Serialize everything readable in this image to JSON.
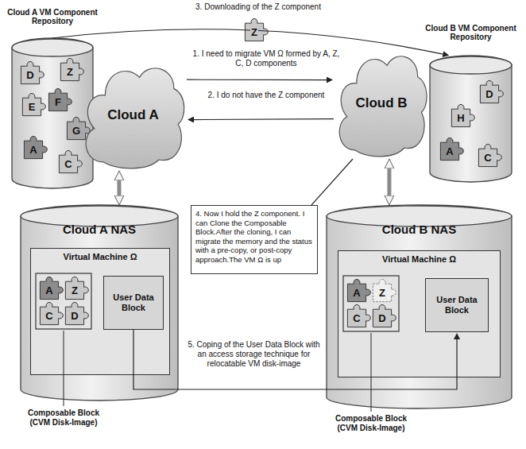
{
  "diagram": {
    "nodes": [
      {
        "text": [
          "Cloud A VM Component Repository"
        ]
      },
      {
        "text": [
          "D"
        ],
        "in": 0
      },
      {
        "text": [
          "Z"
        ],
        "in": 0
      },
      {
        "text": [
          "E"
        ],
        "in": 0
      },
      {
        "text": [
          "F"
        ],
        "in": 0
      },
      {
        "text": [
          "G"
        ],
        "in": 0
      },
      {
        "text": [
          "A"
        ],
        "in": 0
      },
      {
        "text": [
          "C"
        ],
        "in": 0
      },
      {
        "text": [
          "Cloud A"
        ]
      },
      {
        "text": [
          "Z"
        ]
      },
      {
        "text": [
          "Cloud B"
        ]
      },
      {
        "text": [
          "Cloud B VM Component Repository"
        ]
      },
      {
        "text": [
          "D"
        ],
        "in": 11
      },
      {
        "text": [
          "H"
        ],
        "in": 11
      },
      {
        "text": [
          "A"
        ],
        "in": 11
      },
      {
        "text": [
          "C"
        ],
        "in": 11
      },
      {
        "text": [
          "4. Now I hold the Z component. I can Clone the Composable Block.After the cloning, I can migrate the memory and the status with a pre-copy, or post-copy approach.The VM Ω is up"
        ]
      },
      {
        "text": [
          "Cloud A NAS"
        ]
      },
      {
        "text": [
          "Virtual Machine Ω"
        ],
        "in": 17
      },
      {
        "text": [
          "A"
        ],
        "in": 18
      },
      {
        "text": [
          "Z"
        ],
        "in": 18
      },
      {
        "text": [
          "C"
        ],
        "in": 18
      },
      {
        "text": [
          "D"
        ],
        "in": 18
      },
      {
        "text": [
          "User Data Block"
        ],
        "in": 18
      },
      {
        "text": [
          "Cloud B NAS"
        ]
      },
      {
        "text": [
          "Virtual Machine Ω"
        ],
        "in": 24
      },
      {
        "text": [
          "A"
        ],
        "in": 25
      },
      {
        "text": [
          "Z"
        ],
        "in": 25
      },
      {
        "text": [
          "C"
        ],
        "in": 25
      },
      {
        "text": [
          "D"
        ],
        "in": 25
      },
      {
        "text": [
          "User Data Block"
        ],
        "in": 25
      }
    ],
    "edges": [
      {
        "from": 8,
        "to": 10,
        "arrow": "to",
        "label": "1. I need to migrate VM Ω formed by A, Z, C, D components"
      },
      {
        "from": 10,
        "to": 8,
        "arrow": "to",
        "label": "2. I do not have the Z component"
      },
      {
        "from": 0,
        "to": 11,
        "arrow": "to",
        "label": "3. Downloading of the Z component"
      },
      {
        "from": 10,
        "to": 16,
        "arrow": "none"
      },
      {
        "from": 8,
        "to": 17,
        "arrow": "both"
      },
      {
        "from": 10,
        "to": 24,
        "arrow": "both"
      },
      {
        "from": 23,
        "to": 30,
        "arrow": "to",
        "label": "5. Coping of the User Data Block with an access storage technique for relocatable VM disk-image"
      }
    ],
    "labels": [
      "Composable Block (CVM Disk-Image)",
      "Composable Block (CVM Disk-Image)"
    ]
  }
}
